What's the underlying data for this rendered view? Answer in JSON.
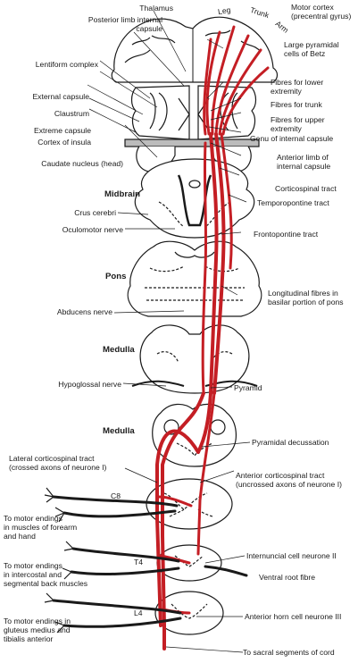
{
  "colors": {
    "tract": "#c41e24",
    "ink": "#1a1a1a",
    "gray": "#9a9a9a"
  },
  "labels": {
    "thalamus": "Thalamus",
    "posterior_limb": "Posterior limb internal\ncapsule",
    "leg": "Leg",
    "trunk": "Trunk",
    "arm": "Arm",
    "motor_cortex": "Motor cortex\n(precentral gyrus)",
    "betz": "Large pyramidal\ncells of Betz",
    "lentiform": "Lentiform complex",
    "external_capsule": "External capsule",
    "claustrum": "Claustrum",
    "extreme_capsule": "Extreme capsule",
    "cortex_insula": "Cortex of insula",
    "caudate": "Caudate nucleus (head)",
    "fibres_lower": "Fibres for lower\nextremity",
    "fibres_trunk": "Fibres for trunk",
    "fibres_upper": "Fibres for upper\nextremity",
    "genu": "Genu of internal capsule",
    "anterior_limb": "Anterior limb of\ninternal capsule",
    "corticospinal": "Corticospinal tract",
    "midbrain": "Midbrain",
    "temporopontine": "Temporopontine tract",
    "crus": "Crus cerebri",
    "oculomotor": "Oculomotor nerve",
    "frontopontine": "Frontopontine tract",
    "pons": "Pons",
    "longitudinal": "Longitudinal fibres in\nbasilar portion of pons",
    "abducens": "Abducens nerve",
    "medulla1": "Medulla",
    "hypoglossal": "Hypoglossal nerve",
    "pyramid": "Pyramid",
    "medulla2": "Medulla",
    "decussation": "Pyramidal decussation",
    "lateral_cs": "Lateral corticospinal tract\n(crossed axons of neurone I)",
    "anterior_cs": "Anterior corticospinal tract\n(uncrossed axons of neurone I)",
    "c8": "C8",
    "forearm": "To motor endings\nin muscles of forearm\nand hand",
    "t4": "T4",
    "internuncial": "Internuncial cell neurone II",
    "intercostal": "To motor endings\nin intercostal and\nsegmental back muscles",
    "ventral_root": "Ventral root fibre",
    "l4": "L4",
    "gluteus": "To motor endings in\ngluteus medius and\ntibialis anterior",
    "anterior_horn": "Anterior horn cell neurone III",
    "sacral": "To sacral segments of cord"
  }
}
